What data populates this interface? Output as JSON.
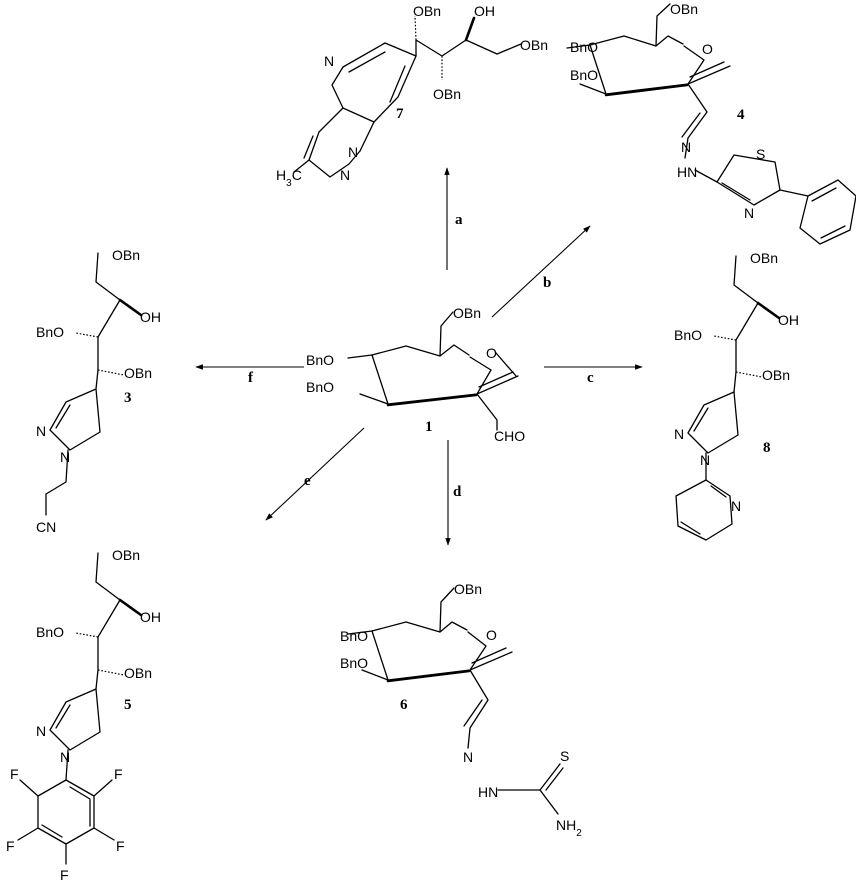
{
  "groups": {
    "OBn": "OBn",
    "BnO": "BnO",
    "OH": "OH",
    "CHO": "CHO",
    "CN": "CN",
    "NH2": "NH",
    "NH2_sub": "2",
    "H3C": "H",
    "H3C_sub": "3",
    "H3C_c": "C",
    "HN": "HN",
    "N": "N",
    "NN": "N",
    "S": "S",
    "F": "F",
    "O": "O"
  },
  "compounds": {
    "c1": "1",
    "c3": "3",
    "c4": "4",
    "c5": "5",
    "c6": "6",
    "c7": "7",
    "c8": "8"
  },
  "steps": {
    "a": "a",
    "b": "b",
    "c": "c",
    "d": "d",
    "e": "e",
    "f": "f"
  }
}
